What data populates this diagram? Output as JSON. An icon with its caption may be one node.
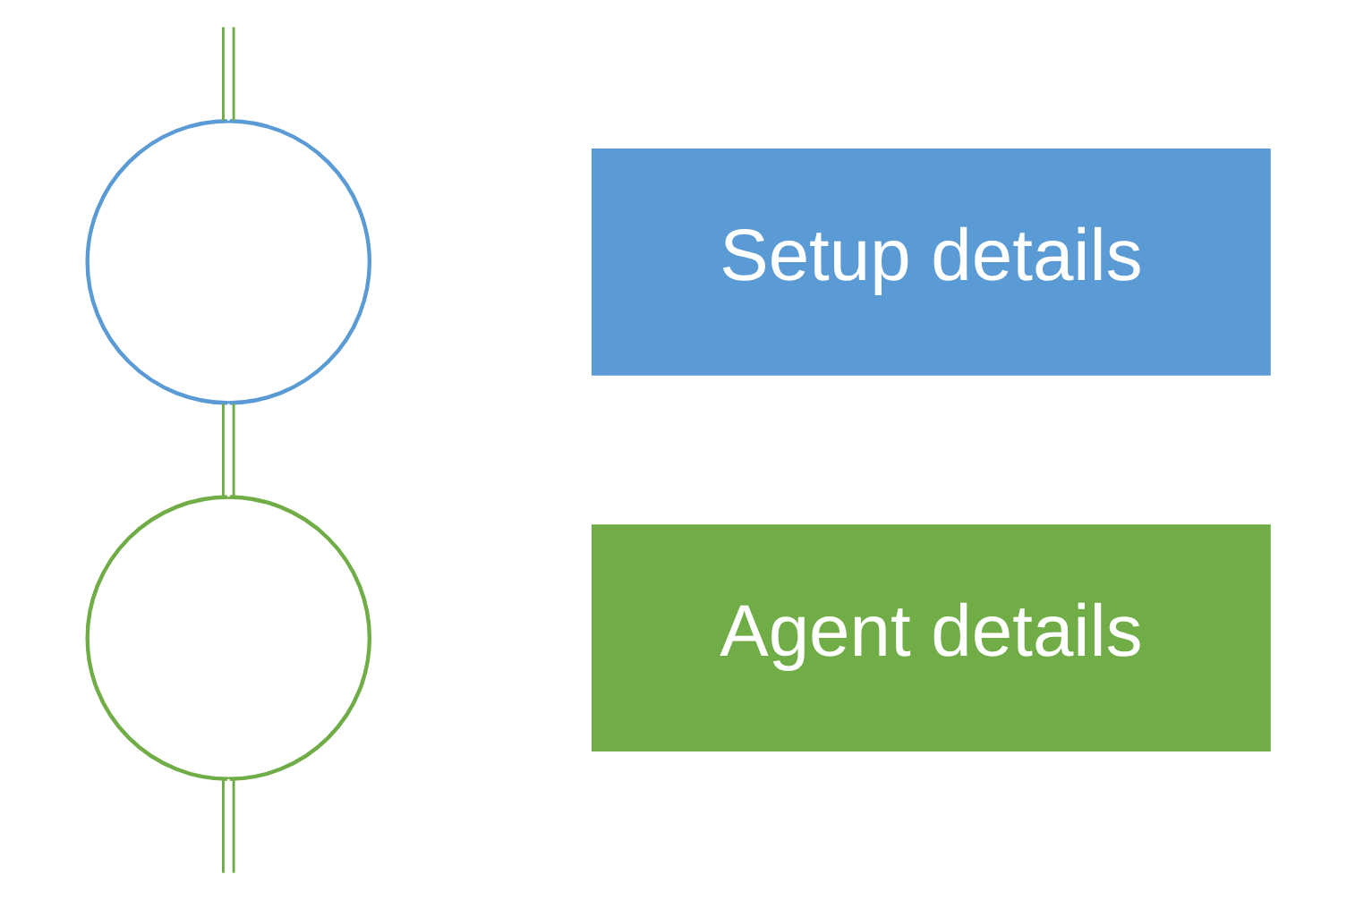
{
  "diagram": {
    "nodes": [
      {
        "text": [],
        "shape": "circle"
      },
      {
        "text": [
          "Setup details"
        ]
      },
      {
        "text": [],
        "shape": "circle"
      },
      {
        "text": [
          "Agent details"
        ]
      }
    ],
    "edges": [
      {
        "from": null,
        "to": 0,
        "arrow": "none"
      },
      {
        "from": 0,
        "to": 2,
        "arrow": "none"
      },
      {
        "from": 2,
        "to": null,
        "arrow": "none"
      }
    ]
  }
}
